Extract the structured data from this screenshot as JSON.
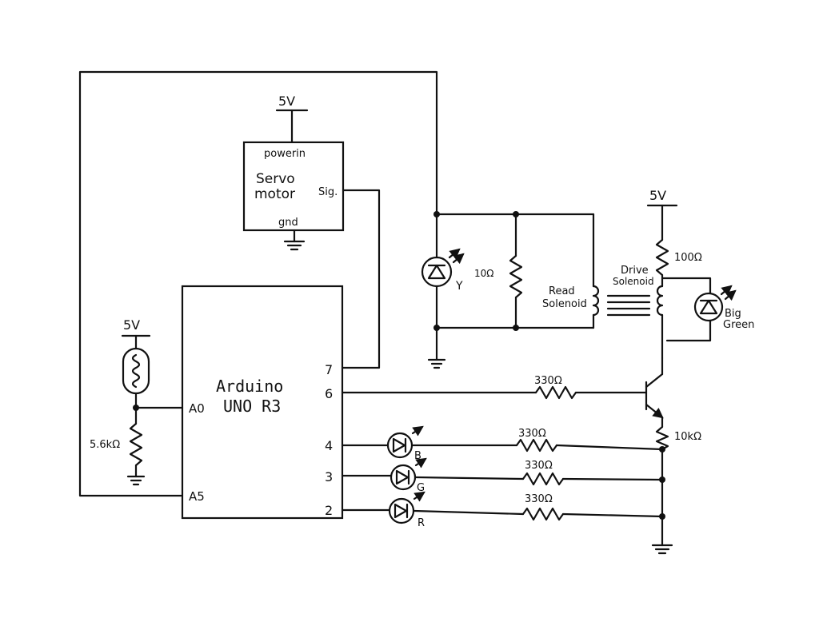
{
  "supply_label": "5V",
  "servo": {
    "power_pin": "powerin",
    "name_line1": "Servo",
    "name_line2": "motor",
    "signal_pin": "Sig.",
    "ground_pin": "gnd"
  },
  "arduino": {
    "name_line1": "Arduino",
    "name_line2": "UNO R3",
    "pins": {
      "A0": "A0",
      "A5": "A5",
      "d7": "7",
      "d6": "6",
      "d4": "4",
      "d3": "3",
      "d2": "2"
    }
  },
  "components": {
    "photoresistor_pulldown": "5.6kΩ",
    "led_yellow": "Y",
    "yellow_resistor": "10Ω",
    "read_solenoid_line1": "Read",
    "read_solenoid_line2": "Solenoid",
    "drive_solenoid_line1": "Drive",
    "drive_solenoid_line2": "Solenoid",
    "drive_resistor": "100Ω",
    "big_led_line1": "Big",
    "big_led_line2": "Green",
    "base_resistor": "330Ω",
    "emitter_resistor": "10kΩ",
    "led_blue": "B",
    "led_green": "G",
    "led_red": "R",
    "led_resistor_b": "330Ω",
    "led_resistor_g": "330Ω",
    "led_resistor_r": "330Ω"
  }
}
